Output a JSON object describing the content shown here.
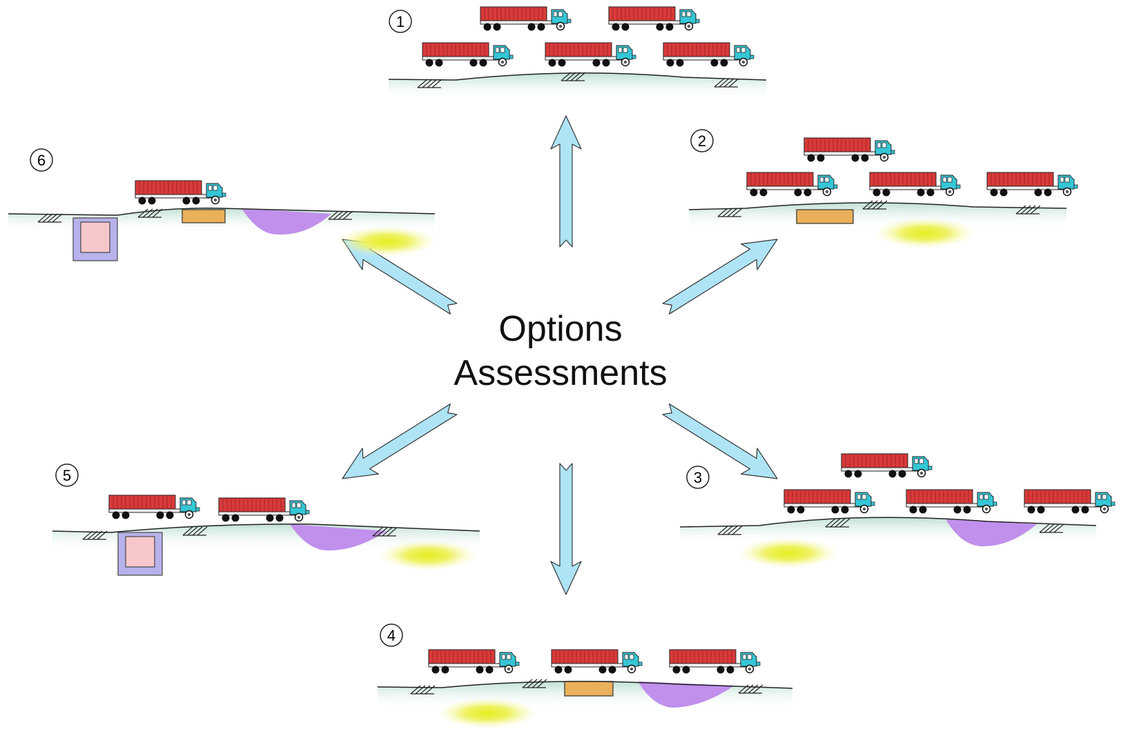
{
  "title": {
    "line1": "Options",
    "line2": "Assessments"
  },
  "options": [
    {
      "id": "option-1",
      "label": "1",
      "trucks": 5
    },
    {
      "id": "option-2",
      "label": "2",
      "trucks": 4
    },
    {
      "id": "option-3",
      "label": "3",
      "trucks": 4
    },
    {
      "id": "option-4",
      "label": "4",
      "trucks": 3
    },
    {
      "id": "option-5",
      "label": "5",
      "trucks": 2
    },
    {
      "id": "option-6",
      "label": "6",
      "trucks": 1
    }
  ],
  "colors": {
    "trailer": "#d83a3a",
    "cab": "#35c6d6",
    "ground": "#cfe8de",
    "arrow": "#aee4f6",
    "purple_fill": "#c090ec",
    "yellow_glow": "#e6ee20",
    "orange_slab": "#eab05a",
    "pink_box": "#f8c7cc",
    "lavender_box": "#b8b2ec"
  }
}
